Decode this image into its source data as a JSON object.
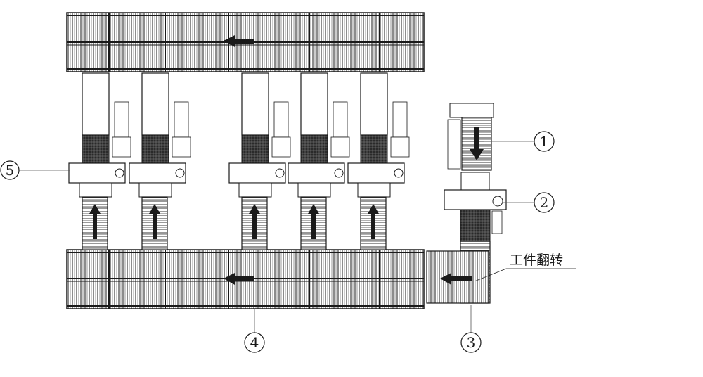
{
  "callouts": {
    "c1": "1",
    "c2": "2",
    "c3": "3",
    "c4": "4",
    "c5": "5"
  },
  "annotations": {
    "flip_label": "工件翻转"
  },
  "colors": {
    "line": "#1a1a1a",
    "fill_dark": "#2a2a2a",
    "background": "#ffffff"
  },
  "icons": {
    "flow_arrow": "thick-arrow-icon"
  }
}
